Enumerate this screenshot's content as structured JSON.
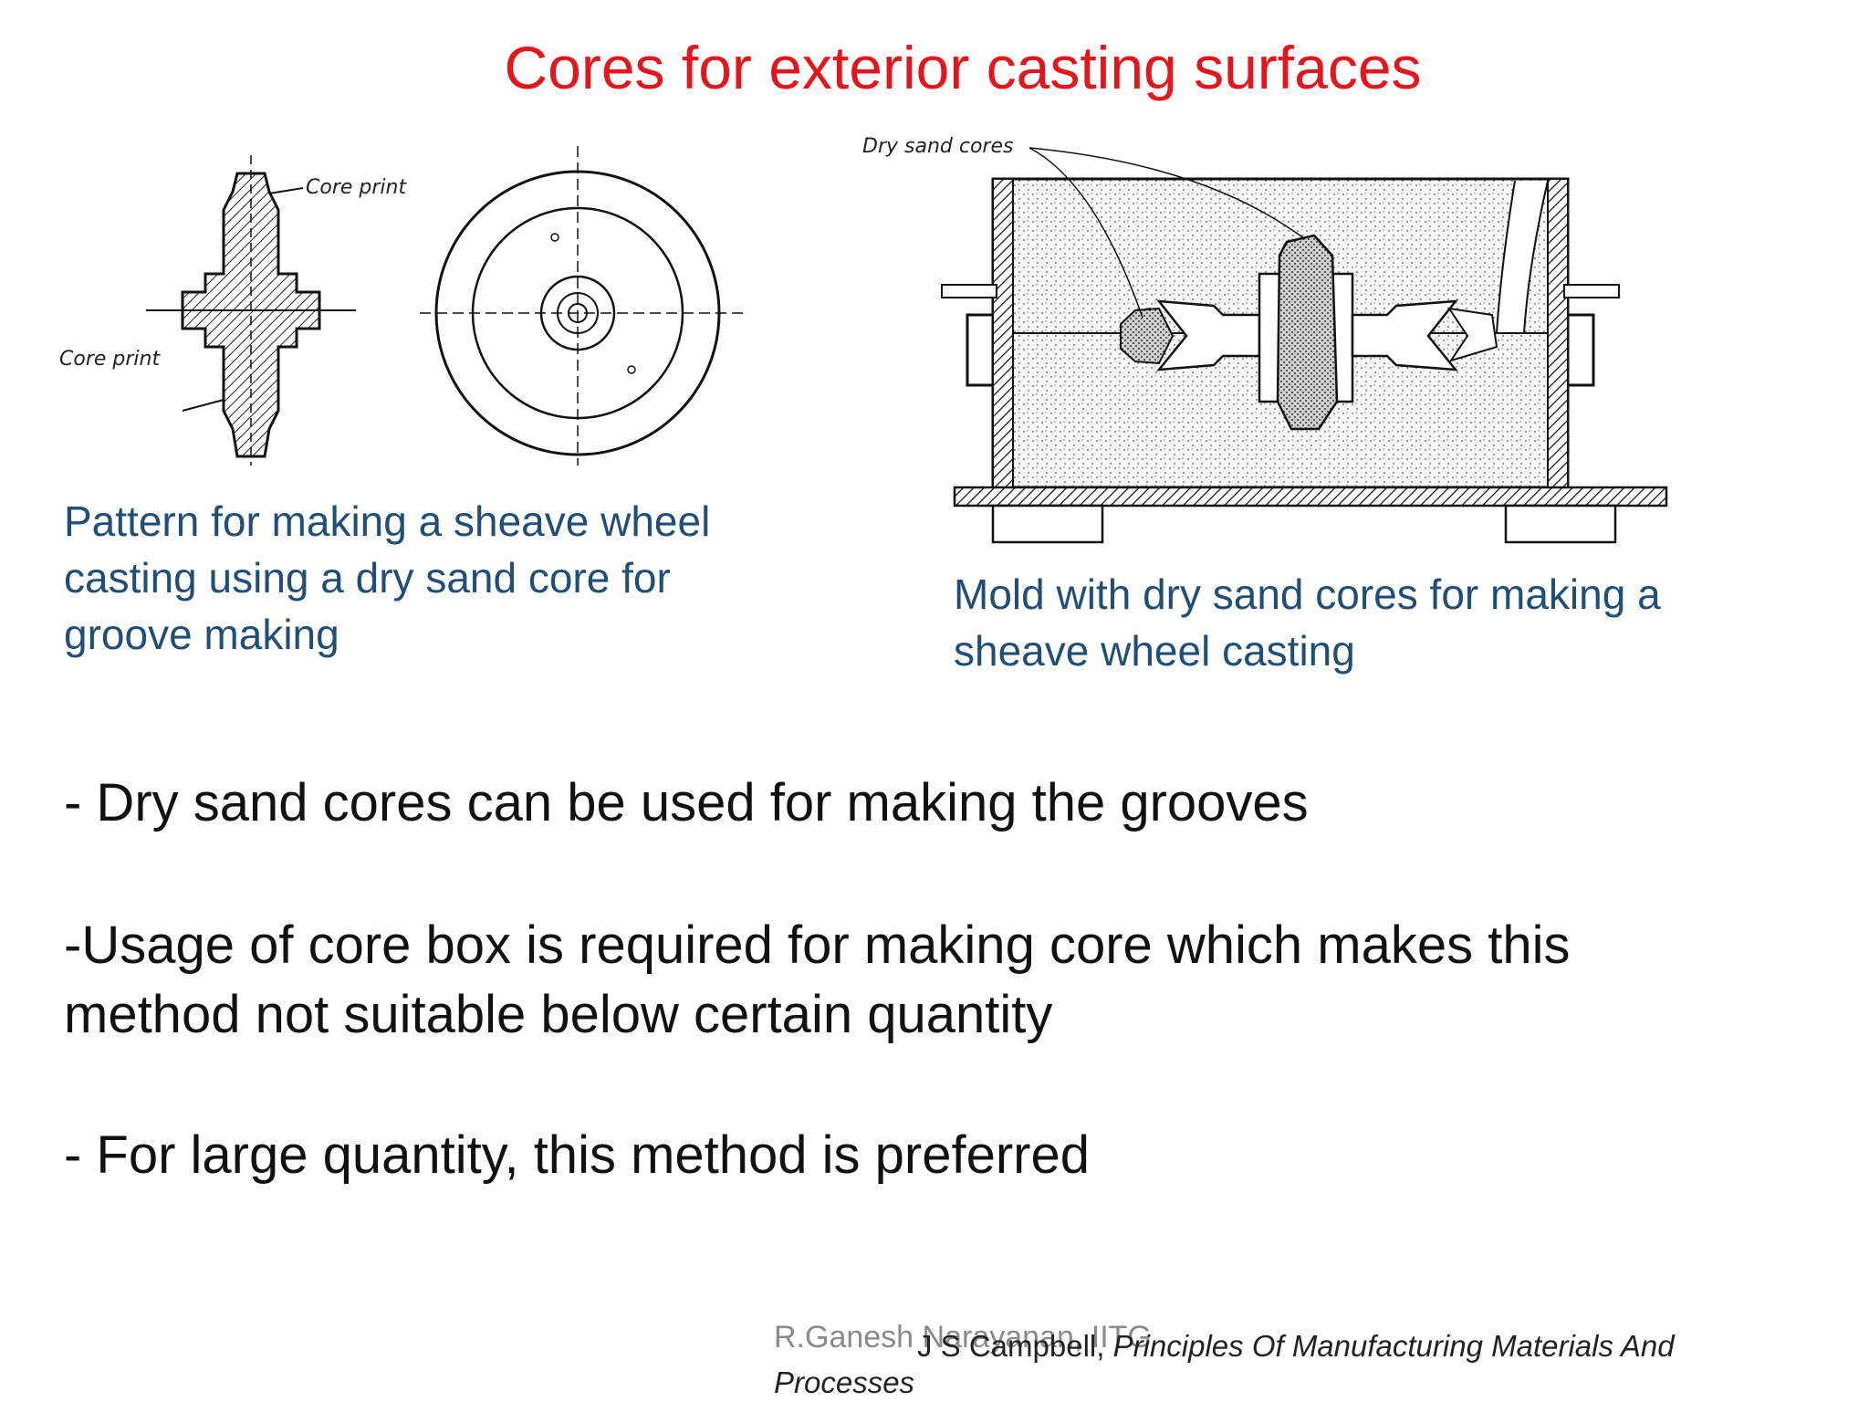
{
  "slide": {
    "title": "Cores for exterior casting surfaces",
    "title_color": "#e8141b"
  },
  "figure_left": {
    "labels": {
      "core_print_top": "Core print",
      "core_print_bottom": "Core print"
    },
    "caption_lines": [
      "Pattern for making a sheave wheel",
      "casting using a dry sand core for",
      "groove making"
    ]
  },
  "figure_right": {
    "labels": {
      "dry_sand_cores": "Dry sand cores"
    },
    "caption_lines": [
      "Mold with dry sand cores for making a",
      "sheave wheel casting"
    ]
  },
  "caption_color": "#1f4e79",
  "bullets": [
    "- Dry sand cores can be used for making the grooves",
    "-Usage of core box is required for making core which makes this",
    "method not suitable below certain quantity",
    "- For large quantity, this method is preferred"
  ],
  "footer": {
    "author": "R.Ganesh Narayanan, IITG",
    "citation_author": "J S Campbell,",
    "citation_title": "Principles Of Manufacturing Materials And",
    "citation_title_cont": "Processes"
  }
}
